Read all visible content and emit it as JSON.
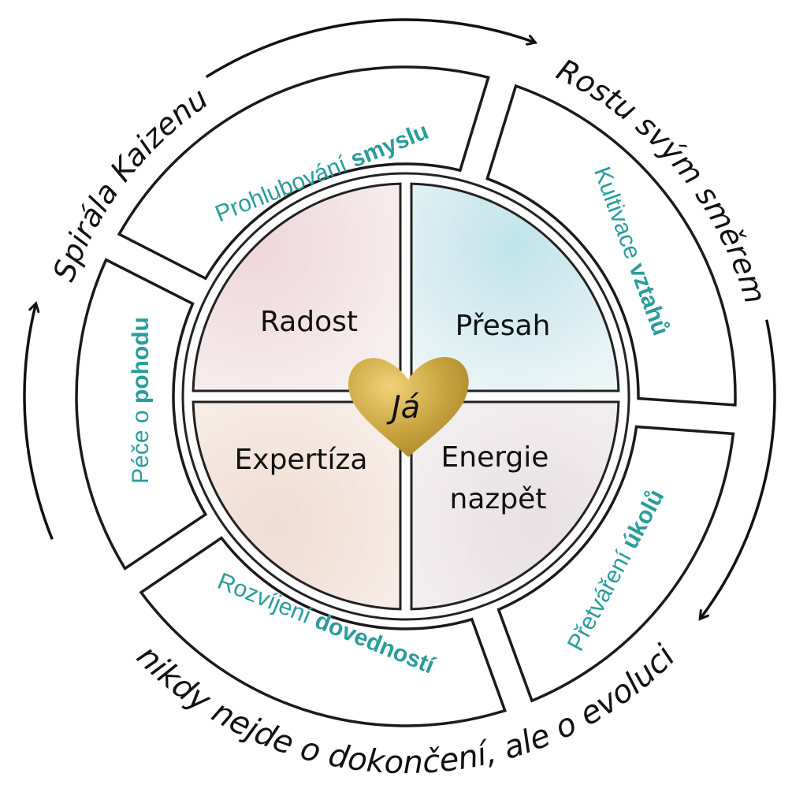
{
  "outer_texts": {
    "top_left": "Spirála Kaizenu",
    "top_right": "Rostu svým směrem",
    "bottom": "nikdy nejde o dokončení, ale o evoluci"
  },
  "ring_segments": [
    {
      "normal": "Prohlubování ",
      "bold": "smyslu"
    },
    {
      "normal": "Kultivace ",
      "bold": "vztahů"
    },
    {
      "normal": "Přetváření ",
      "bold": "úkolů"
    },
    {
      "normal": "Rozvíjení ",
      "bold": "dovedností"
    },
    {
      "normal": "Péče o ",
      "bold": "pohodu"
    }
  ],
  "quadrants": {
    "top_left": "Radost",
    "top_right": "Přesah",
    "bottom_left": "Expertíza",
    "bottom_right_line1": "Energie",
    "bottom_right_line2": "nazpět"
  },
  "center": "Já",
  "colors": {
    "teal": "#2a9c9b",
    "gold": "#c9a43f",
    "ink": "#111111"
  }
}
